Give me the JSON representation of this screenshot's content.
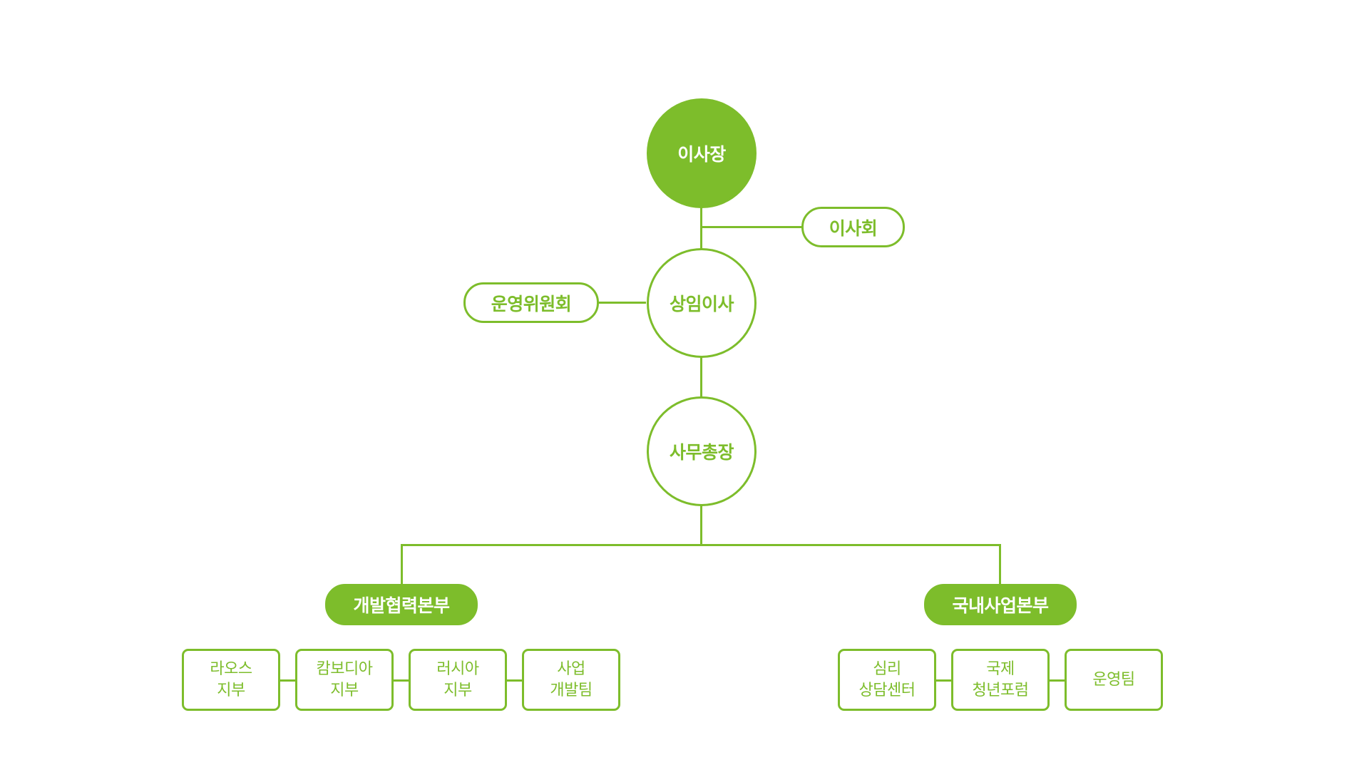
{
  "colors": {
    "accent": "#7dbd2b",
    "background": "#ffffff"
  },
  "chairman": "이사장",
  "board": "이사회",
  "executive_director": "상임이사",
  "steering_committee": "운영위원회",
  "secretary_general": "사무총장",
  "divisions": [
    {
      "name": "개발협력본부",
      "units": [
        "라오스\n지부",
        "캄보디아\n지부",
        "러시아\n지부",
        "사업\n개발팀"
      ]
    },
    {
      "name": "국내사업본부",
      "units": [
        "심리\n상담센터",
        "국제\n청년포럼",
        "운영팀"
      ]
    }
  ]
}
